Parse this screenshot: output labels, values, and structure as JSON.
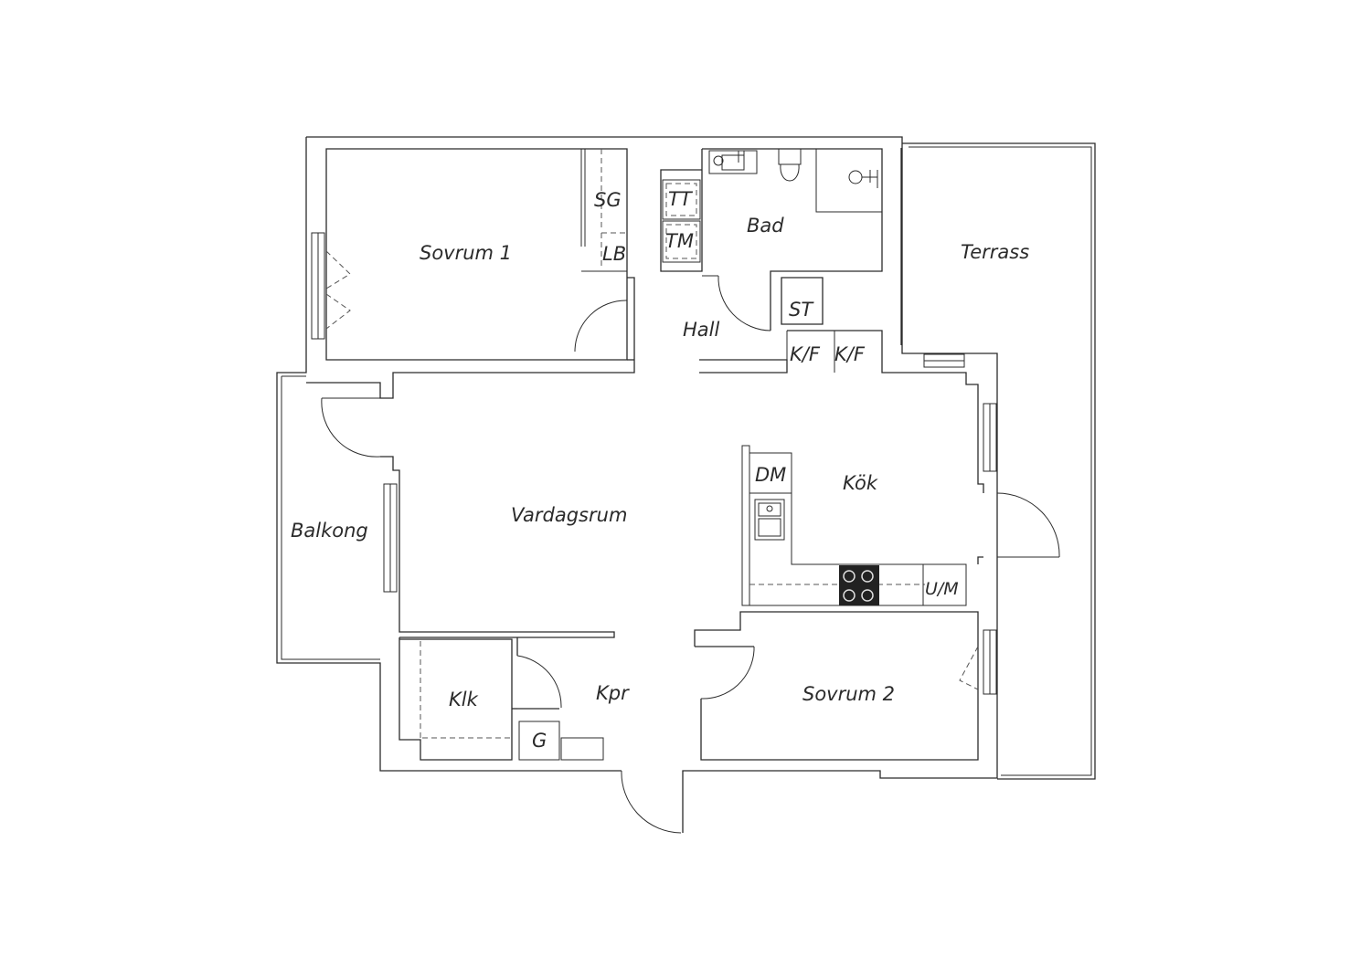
{
  "rooms": {
    "sovrum1": "Sovrum 1",
    "bad": "Bad",
    "terrass": "Terrass",
    "hall": "Hall",
    "vardagsrum": "Vardagsrum",
    "kok": "Kök",
    "balkong": "Balkong",
    "klk": "Klk",
    "kpr": "Kpr",
    "sovrum2": "Sovrum 2"
  },
  "fixtures": {
    "sg": "SG",
    "lb": "LB",
    "tt": "TT",
    "tm": "TM",
    "st": "ST",
    "kf1": "K/F",
    "kf2": "K/F",
    "dm": "DM",
    "um": "U/M",
    "g": "G"
  },
  "icons": [
    "door-swing-icon",
    "window-icon",
    "sink-icon",
    "toilet-icon",
    "shower-icon",
    "stove-icon"
  ],
  "colors": {
    "line": "#2b2b2b",
    "background": "#ffffff",
    "stove": "#222222"
  }
}
